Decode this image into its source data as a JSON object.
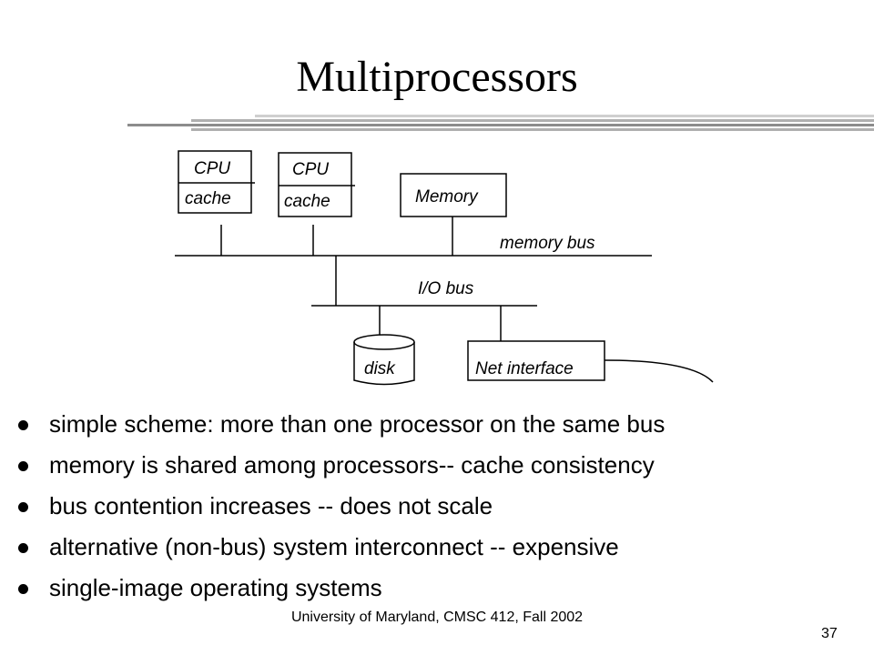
{
  "title": "Multiprocessors",
  "diagram": {
    "cpu1": {
      "top": "CPU",
      "bottom": "cache"
    },
    "cpu2": {
      "top": "CPU",
      "bottom": "cache"
    },
    "memory": "Memory",
    "memory_bus": "memory bus",
    "io_bus": "I/O bus",
    "disk": "disk",
    "net_interface": "Net interface"
  },
  "bullets": [
    "simple scheme: more than one processor  on the same bus",
    "memory is shared among processors-- cache consistency",
    "bus contention increases -- does not scale",
    "alternative (non-bus)  system interconnect -- expensive",
    "single-image operating systems"
  ],
  "footer": "University of Maryland, CMSC 412, Fall 2002",
  "page_number": "37",
  "colors": {
    "rule_dark": "#8c8c8c",
    "rule_light": "#cfcfcf"
  }
}
